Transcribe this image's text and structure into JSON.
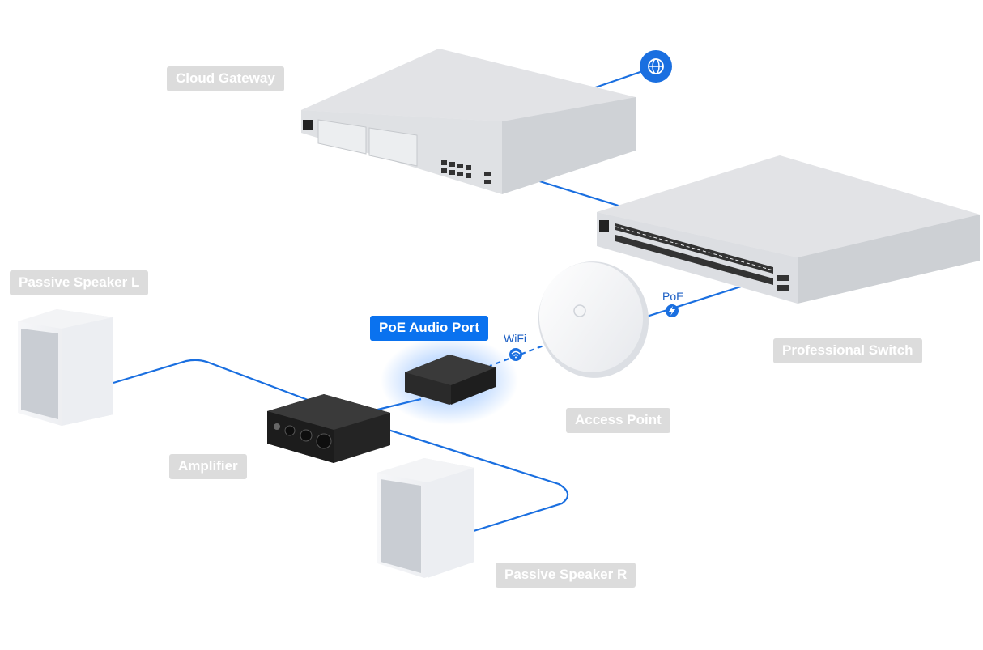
{
  "labels": {
    "cloud_gateway": "Cloud Gateway",
    "professional_switch": "Professional Switch",
    "access_point": "Access Point",
    "poe_audio_port": "PoE Audio Port",
    "amplifier": "Amplifier",
    "passive_speaker_l": "Passive Speaker L",
    "passive_speaker_r": "Passive Speaker R"
  },
  "connections": {
    "wifi": "WiFi",
    "poe": "PoE"
  },
  "colors": {
    "link": "#1a6fe0",
    "accent": "#0a72ef",
    "tag_bg": "#dcdcdc",
    "device_silver": "#e8e9ec",
    "device_dark": "#2b2b2b"
  },
  "icons": {
    "internet": "globe-icon",
    "wifi": "wifi-icon",
    "poe": "lightning-icon"
  }
}
